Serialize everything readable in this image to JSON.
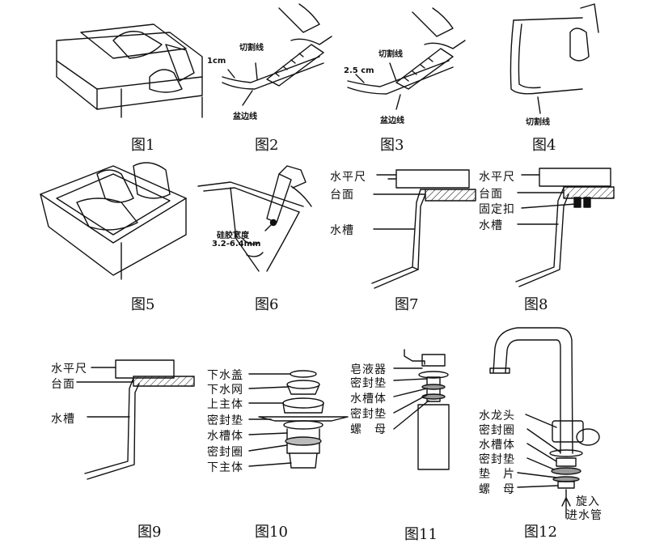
{
  "figures": {
    "f1": "图1",
    "f2": "图2",
    "f3": "图3",
    "f4": "图4",
    "f5": "图5",
    "f6": "图6",
    "f7": "图7",
    "f8": "图8",
    "f9": "图9",
    "f10": "图10",
    "f11": "图11",
    "f12": "图12"
  },
  "fig2": {
    "cut_line": "切割线",
    "offset": "1cm",
    "basin_edge": "盆边线"
  },
  "fig3": {
    "cut_line": "切割线",
    "offset": "2.5 cm",
    "basin_edge": "盆边线"
  },
  "fig4": {
    "cut_line": "切割线"
  },
  "fig6": {
    "silicone_width": "硅胶宽度",
    "width_range": "3.2-6.4mm"
  },
  "fig7": {
    "level": "水平尺",
    "counter": "台面",
    "sink": "水槽"
  },
  "fig8": {
    "level": "水平尺",
    "counter": "台面",
    "clip": "固定扣",
    "sink": "水槽"
  },
  "fig9": {
    "level": "水平尺",
    "counter": "台面",
    "sink": "水槽"
  },
  "fig10": {
    "items": [
      "下水盖",
      "下水网",
      "上主体",
      "密封垫",
      "水槽体",
      "密封圈",
      "下主体"
    ]
  },
  "fig11": {
    "items": [
      "皂液器",
      "密封垫",
      "水槽体",
      "密封垫",
      "螺　母"
    ]
  },
  "fig12": {
    "items": [
      "水龙头",
      "密封圈",
      "水槽体",
      "密封垫",
      "垫　片",
      "螺　母"
    ],
    "inlet_1": "旋入",
    "inlet_2": "进水管"
  }
}
